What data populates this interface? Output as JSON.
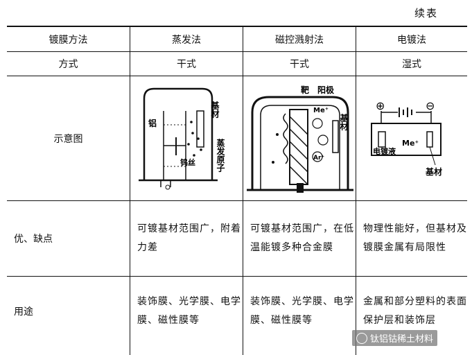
{
  "continued_label": "续表",
  "header": [
    "镀膜方法",
    "蒸发法",
    "磁控溅射法",
    "电镀法"
  ],
  "rows": [
    {
      "label": "方式",
      "cells": [
        "干式",
        "干式",
        "湿式"
      ]
    },
    {
      "label": "示意图"
    },
    {
      "label": "优、缺点",
      "cells": [
        "可镀基材范围广，附着力差",
        "可镀基材范围广，在低温能镀多种合金膜",
        "物理性能好，但基材及镀膜金属有局限性"
      ]
    },
    {
      "label": "用途",
      "cells": [
        "装饰膜、光学膜、电学膜、磁性膜等",
        "装饰膜、光学膜、电学膜、磁性膜等",
        "金属和部分塑料的表面保护层和装饰层"
      ]
    }
  ],
  "diagrams": {
    "evaporation": {
      "substrate": "基材",
      "aluminum": "铝",
      "tungsten": "钨丝",
      "atoms": "蒸发原子"
    },
    "sputtering": {
      "target": "靶",
      "anode": "阳极",
      "substrate": "基材",
      "ion": "Me⁺",
      "argon": "Ar⁺"
    },
    "plating": {
      "plus": "⊕",
      "minus": "⊖",
      "ion": "Me⁺",
      "electrolyte": "电镀液",
      "substrate": "基材"
    }
  },
  "watermark": "钛铝钴稀土材料"
}
